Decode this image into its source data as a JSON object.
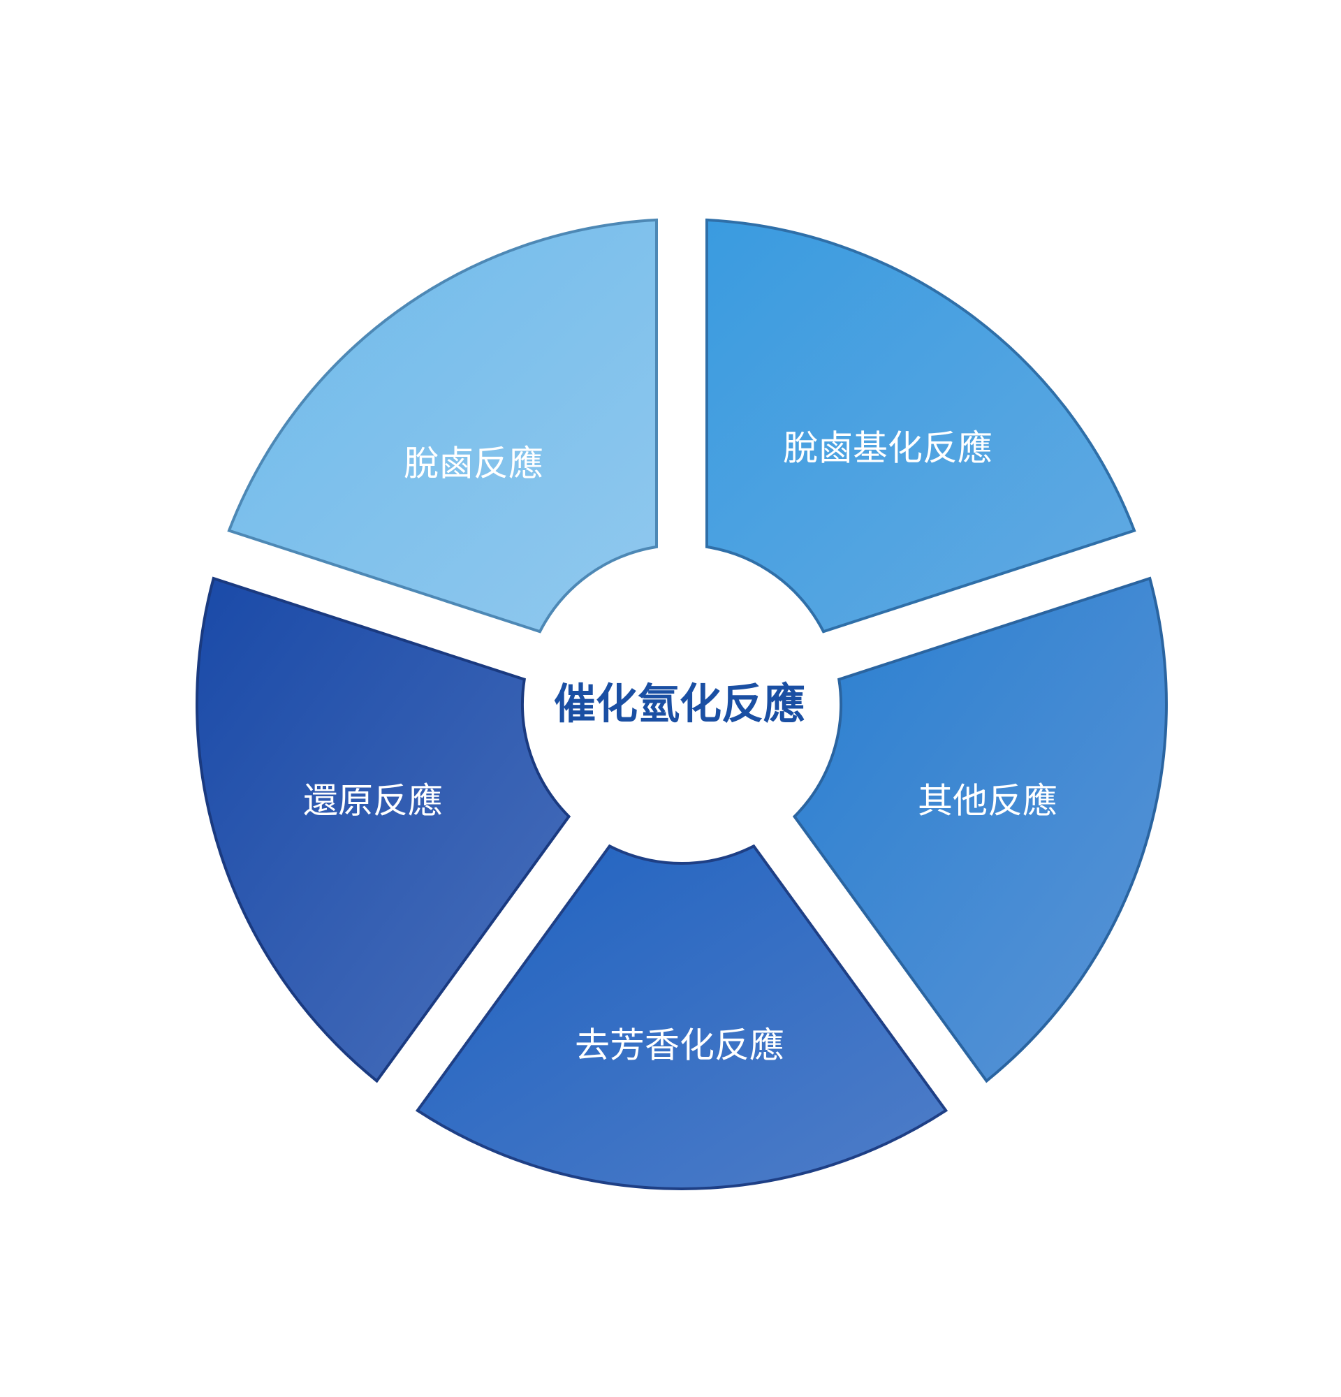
{
  "center_label": "催化氫化反應",
  "segments": [
    {
      "label": "脫鹵基化反應",
      "color_start": "#3a9be0",
      "color_end": "#62aae2",
      "stroke": "#2f6fa8"
    },
    {
      "label": "其他反應",
      "color_start": "#2a7fd0",
      "color_end": "#5a94d6",
      "stroke": "#2a64a0"
    },
    {
      "label": "去芳香化反應",
      "color_start": "#1f62c0",
      "color_end": "#4f7dc8",
      "stroke": "#1e3f85"
    },
    {
      "label": "還原反應",
      "color_start": "#1a4aa8",
      "color_end": "#4a70bb",
      "stroke": "#1a3a80"
    },
    {
      "label": "脫鹵反應",
      "color_start": "#6fbaea",
      "color_end": "#90c8ee",
      "stroke": "#4d88b5"
    }
  ],
  "colors": {
    "center_text": "#1a4fa3",
    "background": "#ffffff"
  }
}
